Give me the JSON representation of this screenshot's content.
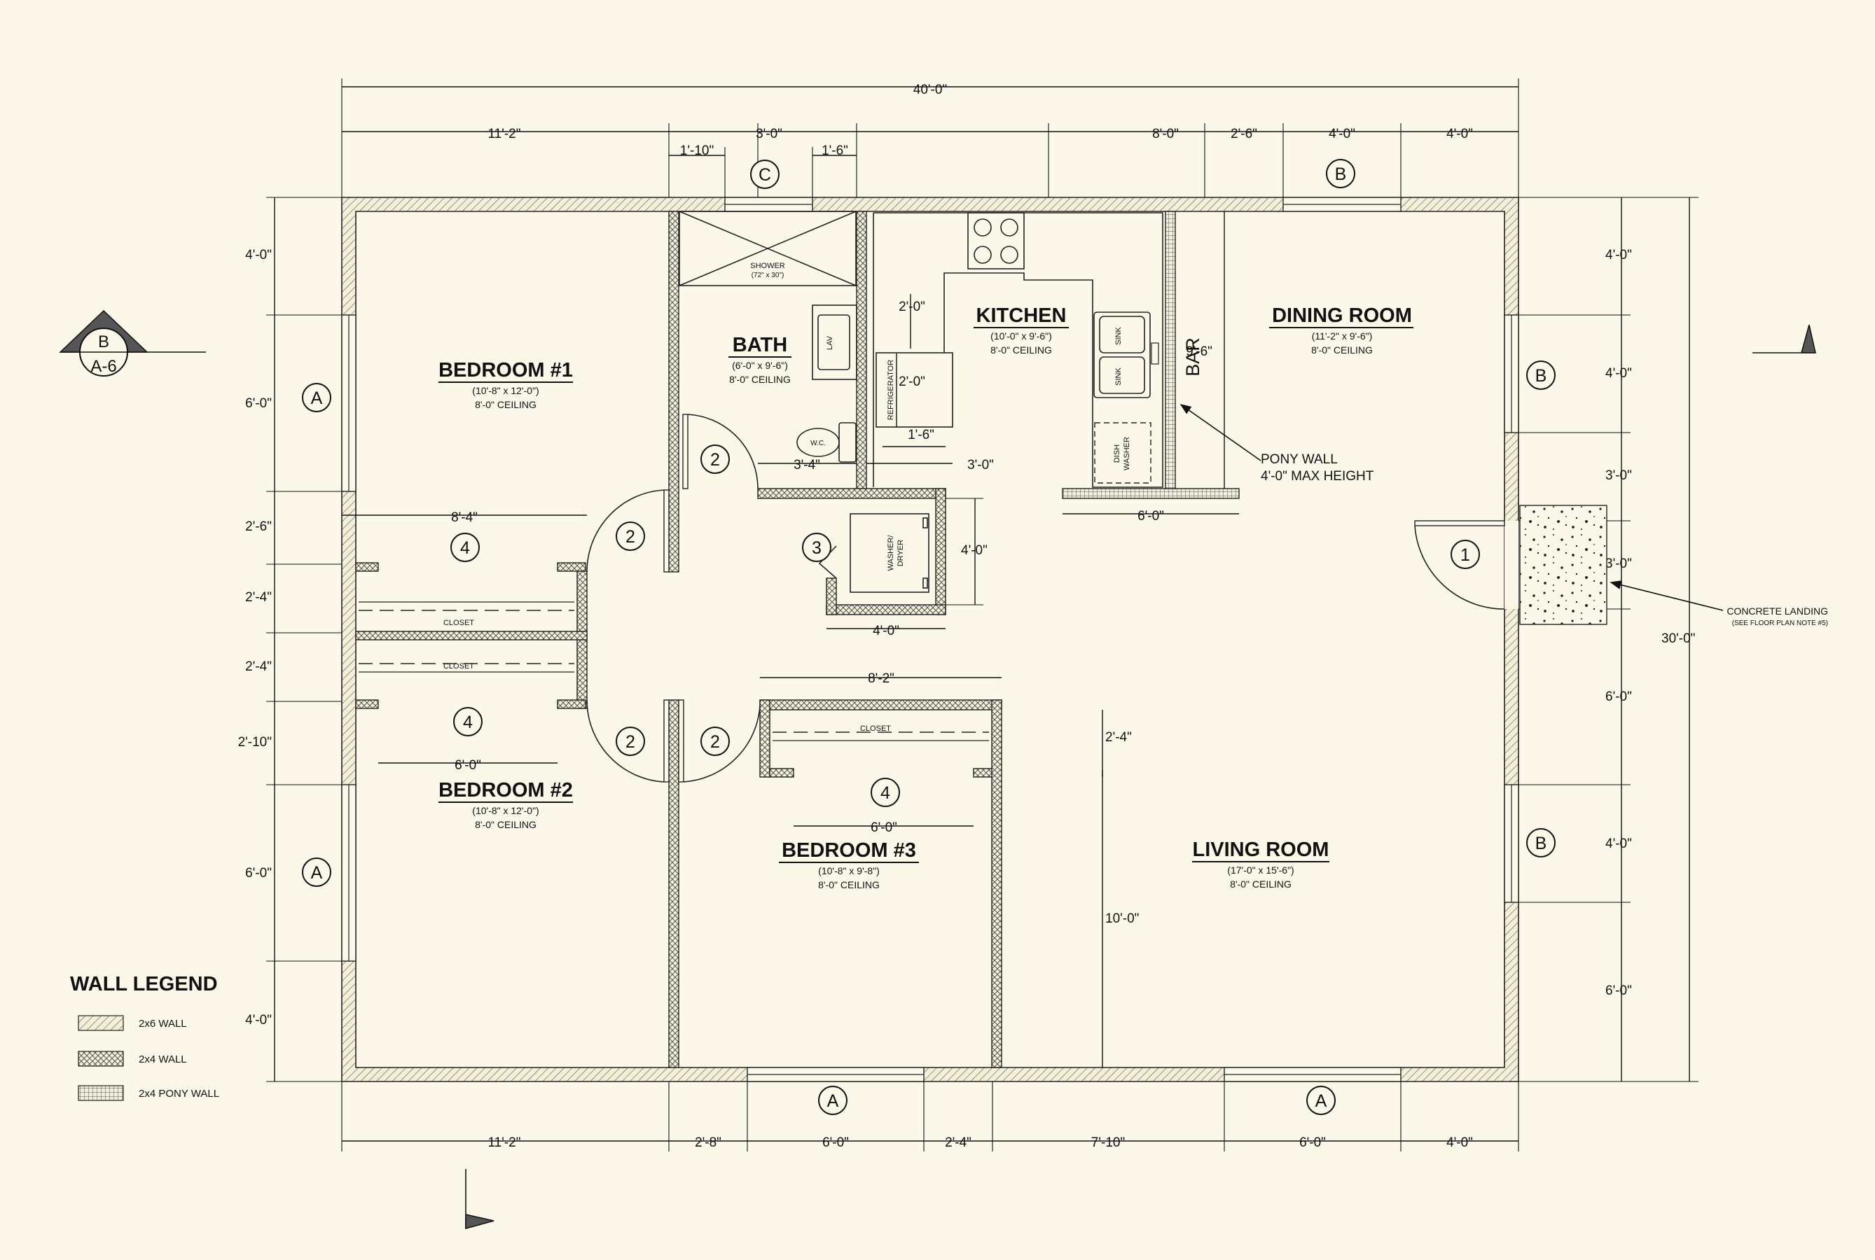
{
  "overall": {
    "width": "40'-0\"",
    "depth": "30'-0\""
  },
  "dims_top_row1": [
    "11'-2\"",
    "3'-0\"",
    "8'-0\"",
    "2'-6\"",
    "4'-0\"",
    "4'-0\""
  ],
  "dims_top_row2": [
    "1'-10\"",
    "1'-6\""
  ],
  "dims_bottom": [
    "11'-2\"",
    "2'-8\"",
    "6'-0\"",
    "2'-4\"",
    "7'-10\"",
    "6'-0\"",
    "4'-0\""
  ],
  "dims_left": [
    "4'-0\"",
    "6'-0\"",
    "2'-6\"",
    "2'-4\"",
    "2'-4\"",
    "2'-10\"",
    "6'-0\"",
    "4'-0\""
  ],
  "dims_right": [
    "4'-0\"",
    "4'-0\"",
    "3'-0\"",
    "3'-0\"",
    "6'-0\"",
    "4'-0\"",
    "6'-0\""
  ],
  "dims_interior": {
    "closet1": "8'-4\"",
    "closet2": "6'-0\"",
    "bath_a": "2'-0\"",
    "bath_b": "2'-0\"",
    "bath_c": "1'-6\"",
    "bath_d": "3'-4\"",
    "bath_e": "3'-0\"",
    "laundry_h": "4'-0\"",
    "laundry_w": "4'-0\"",
    "bar": "9'-6\"",
    "counter": "6'-0\"",
    "bed3_w": "8'-2\"",
    "bed3_closet_d": "2'-4\"",
    "bed3_closet_w": "6'-0\"",
    "living_h": "10'-0\""
  },
  "rooms": {
    "bedroom1": {
      "name": "BEDROOM #1",
      "size": "(10'-8\" x 12'-0\")",
      "ceiling": "8'-0\" CEILING"
    },
    "bedroom2": {
      "name": "BEDROOM #2",
      "size": "(10'-8\" x 12'-0\")",
      "ceiling": "8'-0\" CEILING"
    },
    "bedroom3": {
      "name": "BEDROOM #3",
      "size": "(10'-8\" x 9'-8\")",
      "ceiling": "8'-0\" CEILING"
    },
    "bath": {
      "name": "BATH",
      "size": "(6'-0\" x 9'-6\")",
      "ceiling": "8'-0\" CEILING"
    },
    "kitchen": {
      "name": "KITCHEN",
      "size": "(10'-0\" x 9'-6\")",
      "ceiling": "8'-0\" CEILING"
    },
    "dining": {
      "name": "DINING ROOM",
      "size": "(11'-2\" x 9'-6\")",
      "ceiling": "8'-0\" CEILING"
    },
    "living": {
      "name": "LIVING ROOM",
      "size": "(17'-0\" x 15'-6\")",
      "ceiling": "8'-0\" CEILING"
    }
  },
  "fixtures": {
    "shower": "SHOWER",
    "shower_size": "(72\" x 30\")",
    "lav": "LAV",
    "wc": "W.C.",
    "refrigerator": "REFRIGERATOR",
    "sink": "SINK",
    "dishwasher_1": "DISH",
    "dishwasher_2": "WASHER",
    "washer_1": "WASHER/",
    "washer_2": "DRYER",
    "closet": "CLOSET",
    "bar": "BAR"
  },
  "notes": {
    "pony1": "PONY WALL",
    "pony2": "4'-0\" MAX HEIGHT",
    "landing1": "CONCRETE LANDING",
    "landing2": "(SEE FLOOR PLAN NOTE #5)"
  },
  "tags": {
    "window_a": "A",
    "window_b": "B",
    "window_c": "C",
    "door1": "1",
    "door2": "2",
    "door3": "3",
    "door4": "4"
  },
  "section": {
    "letter": "B",
    "sheet": "A-6"
  },
  "legend": {
    "title": "WALL LEGEND",
    "items": [
      "2x6 WALL",
      "2x4 WALL",
      "2x4 PONY WALL"
    ]
  }
}
